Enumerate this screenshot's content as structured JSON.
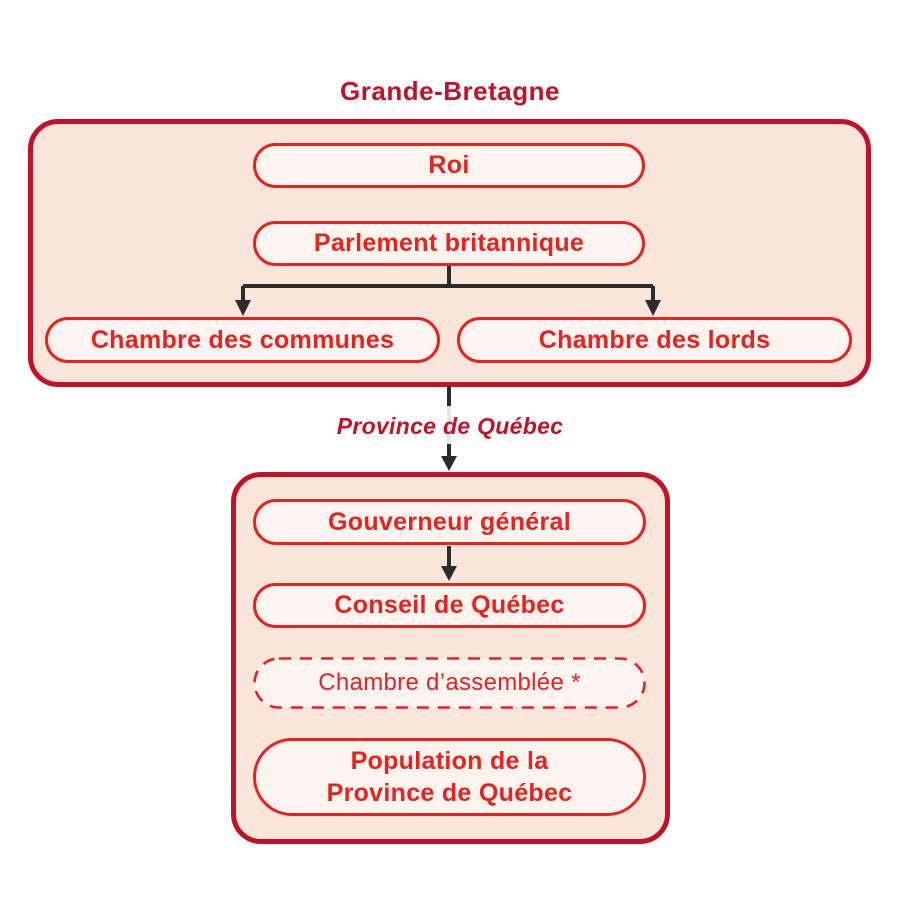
{
  "colors": {
    "dark_red": "#C31127",
    "bright_red": "#E8221E",
    "panel_fill": "#FAE5DB",
    "node_fill": "#FDF4EF",
    "connector": "#2B2B2B",
    "label_bg": "#FFFFFF",
    "page_bg": "#FFFFFF"
  },
  "diagram": {
    "title": "Grande-Bretagne",
    "britain_panel": {
      "roi": "Roi",
      "parlement": "Parlement britannique",
      "communes": "Chambre des communes",
      "lords": "Chambre des lords"
    },
    "transition_label": "Province de Québec",
    "quebec_panel": {
      "gouverneur": "Gouverneur général",
      "conseil": "Conseil de Québec",
      "assemblee": "Chambre d’assemblée *",
      "population": {
        "line1": "Population de la",
        "line2": "Province de Québec"
      }
    }
  }
}
